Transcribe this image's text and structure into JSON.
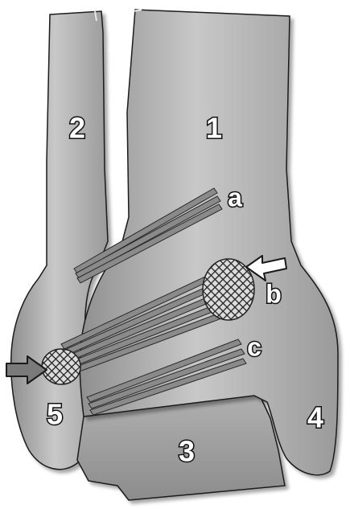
{
  "bones": {
    "tibia": "1",
    "fibula": "2",
    "talus": "3",
    "medial_malleolus": "4",
    "lateral_malleolus": "5"
  },
  "ligaments": {
    "a": "a",
    "b": "b",
    "c": "c"
  },
  "colors": {
    "bone_fill": "#a9a9a9",
    "bone_highlight": "#d0d0d0",
    "bone_outline": "#1a1a1a",
    "ligament_fill": "#8a8a8a",
    "ligament_outline": "#2a2a2a",
    "mesh_fill": "#333333",
    "arrow_hollow_fill": "#ffffff",
    "arrow_solid_fill": "#7a7a7a"
  }
}
